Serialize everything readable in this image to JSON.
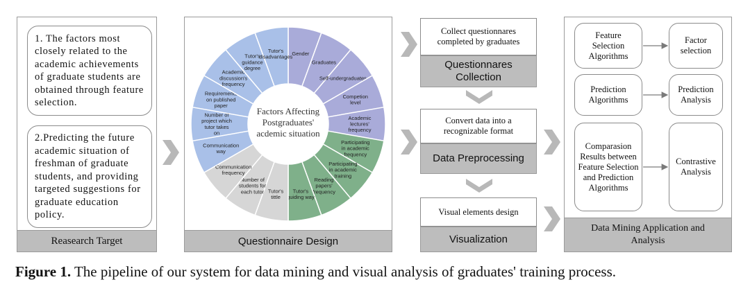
{
  "research_target": {
    "item1": "1. The factors most closely related to the academic achievements of graduate students are obtained through feature selection.",
    "item2": "2.Predicting the future academic situation of freshman of graduate students, and providing targeted suggestions for graduate education policy.",
    "label": "Reasearch Target"
  },
  "questionnaire": {
    "label": "Questionnaire Design",
    "center": [
      "Factors Affecting",
      "Postgraduates'",
      "acdemic situation"
    ],
    "segments": [
      {
        "label": "Gender",
        "group": "purple"
      },
      {
        "label": "Graduates",
        "group": "purple"
      },
      {
        "label": "Self-undergraduates",
        "group": "purple"
      },
      {
        "label": "Competion level",
        "group": "purple"
      },
      {
        "label": "Academic lectures' frequency",
        "group": "purple"
      },
      {
        "label": "Participating in academic frequency",
        "group": "green"
      },
      {
        "label": "Participating in academic training",
        "group": "green"
      },
      {
        "label": "Reading papers' frequency",
        "group": "green"
      },
      {
        "label": "Tutor's guiding way",
        "group": "green"
      },
      {
        "label": "Tutor's tittle",
        "group": "gray"
      },
      {
        "label": "Number of students for each tutor",
        "group": "gray"
      },
      {
        "label": "Communication frequency",
        "group": "gray"
      },
      {
        "label": "Communication way",
        "group": "blue"
      },
      {
        "label": "Number of project which tutor takes on",
        "group": "blue"
      },
      {
        "label": "Requirements on published paper",
        "group": "blue"
      },
      {
        "label": "Academic discussion's frequency",
        "group": "blue"
      },
      {
        "label": "Tutor's guidance degree",
        "group": "blue"
      },
      {
        "label": "Tutor's disadvantages",
        "group": "blue"
      }
    ],
    "colors": {
      "purple": "#a9abd9",
      "green": "#7fb08a",
      "gray": "#d6d6d6",
      "blue": "#a9c0e8"
    }
  },
  "pipeline": {
    "collect_text": "Collect questionnares completed by graduates",
    "collect_label": "Questionnares Collection",
    "convert_text": "Convert data into a recognizable format",
    "preprocess_label": "Data Preprocessing",
    "visual_text": "Visual elements design",
    "visual_label": "Visualization"
  },
  "analysis": {
    "rows": [
      {
        "left": "Feature Selection Algorithms",
        "right": "Factor selection"
      },
      {
        "left": "Prediction Algorithms",
        "right": "Prediction Analysis"
      },
      {
        "left": "Comparasion Results between Feature Selection and Prediction Algorithms",
        "right": "Contrastive Analysis"
      }
    ],
    "label": "Data Mining Application and Analysis"
  },
  "caption": {
    "bold": "Figure 1.",
    "text": "The pipeline of our system for data mining and visual analysis of graduates' training process."
  }
}
